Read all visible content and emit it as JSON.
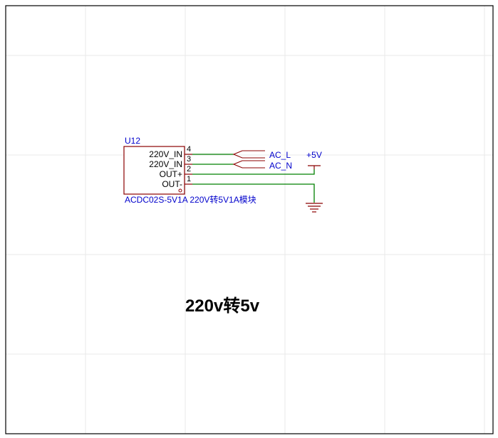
{
  "component": {
    "designator": "U12",
    "value": "ACDC02S-5V1A 220V转5V1A模块",
    "pins": [
      {
        "number": "4",
        "name": "220V_IN"
      },
      {
        "number": "3",
        "name": "220V_IN"
      },
      {
        "number": "2",
        "name": "OUT+"
      },
      {
        "number": "1",
        "name": "OUT-"
      }
    ]
  },
  "net_labels": {
    "ac_l": "AC_L",
    "ac_n": "AC_N"
  },
  "power_port": "+5V",
  "title_text": "220v转5v",
  "colors": {
    "background": "#ffffff",
    "grid": "#e8e8e8",
    "border": "#000000",
    "component": "#8b0000",
    "wire": "#008000",
    "blue_text": "#0000cc",
    "pin_text": "#000000",
    "title": "#000000"
  }
}
